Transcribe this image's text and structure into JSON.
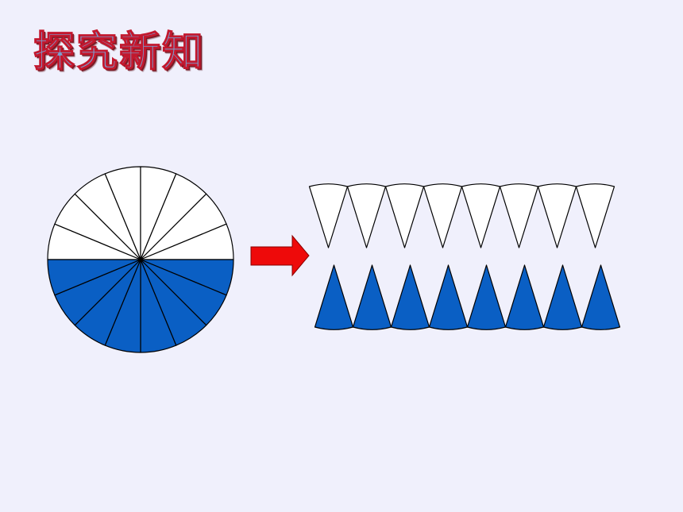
{
  "slide": {
    "title": "探究新知"
  },
  "colors": {
    "background": "#f0f0fc",
    "blue_fill": "#0a5fc4",
    "white_fill": "#ffffff",
    "outline": "#000000",
    "arrow_red": "#ee0a0a"
  },
  "circle": {
    "sectors_total": 16,
    "sectors_white": 8,
    "sectors_blue": 8
  },
  "rearranged": {
    "row_white_count": 8,
    "row_blue_count": 8
  },
  "arrow": {
    "direction": "right"
  }
}
